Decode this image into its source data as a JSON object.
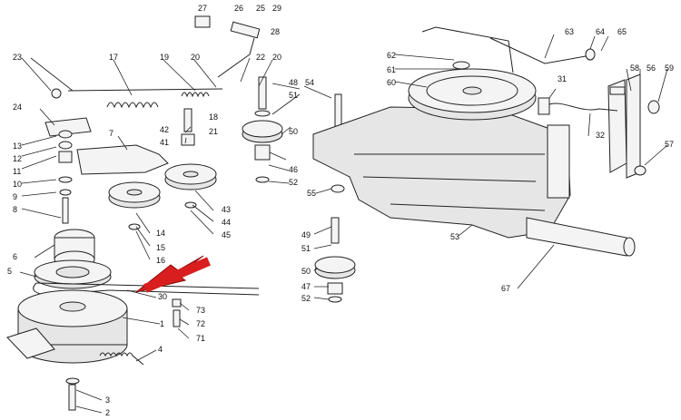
{
  "diagram": {
    "labels": [
      "27",
      "26",
      "25",
      "29",
      "28",
      "63",
      "64",
      "65",
      "62",
      "61",
      "60",
      "23",
      "17",
      "19",
      "20",
      "22",
      "20",
      "48",
      "51",
      "54",
      "31",
      "58",
      "56",
      "59",
      "24",
      "18",
      "21",
      "42",
      "41",
      "50",
      "46",
      "52",
      "55",
      "32",
      "7",
      "13",
      "12",
      "11",
      "10",
      "9",
      "8",
      "43",
      "44",
      "45",
      "57",
      "53",
      "14",
      "15",
      "16",
      "49",
      "51",
      "50",
      "47",
      "52",
      "67",
      "6",
      "5",
      "30",
      "73",
      "72",
      "71",
      "1",
      "4",
      "3",
      "2"
    ],
    "highlight_arrow_color": "#d81e1e"
  }
}
